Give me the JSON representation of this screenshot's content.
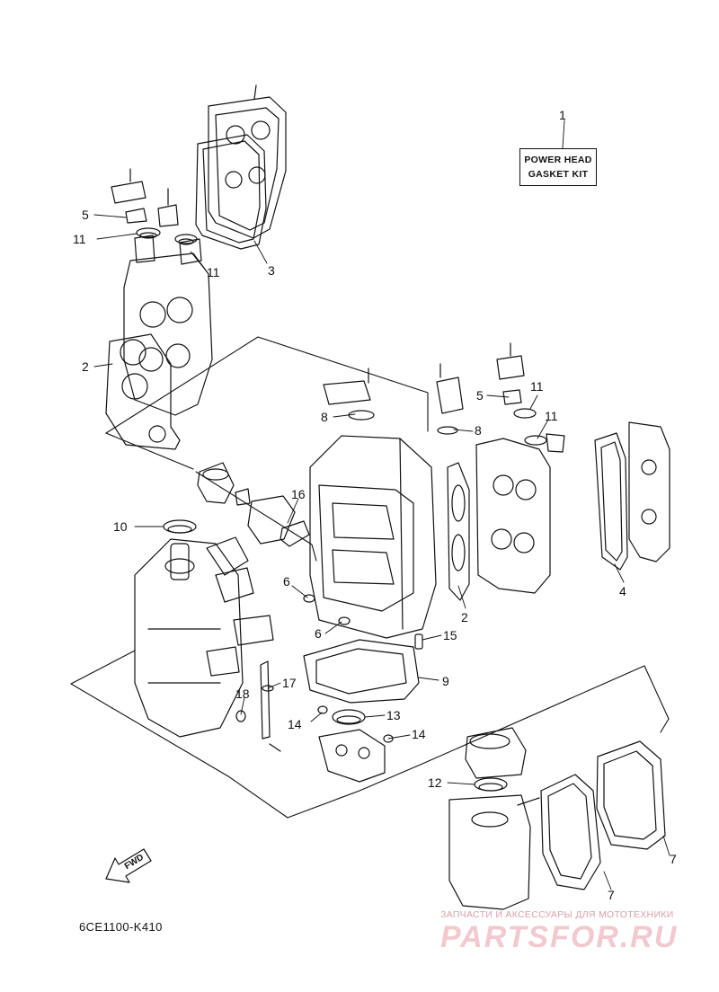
{
  "kit_label": {
    "line1": "POWER HEAD",
    "line2": "GASKET KIT"
  },
  "diagram_code": "6CE1100-K410",
  "fwd_label": "FWD",
  "watermark": {
    "tagline": "ЗАПЧАСТИ И АКСЕССУАРЫ ДЛЯ МОТОТЕХНИКИ",
    "logo": "PARTSFOR.RU"
  },
  "callouts": [
    {
      "id": "c1",
      "num": "1"
    },
    {
      "id": "c3",
      "num": "3"
    },
    {
      "id": "c5a",
      "num": "5"
    },
    {
      "id": "c11a",
      "num": "11"
    },
    {
      "id": "c11b",
      "num": "11"
    },
    {
      "id": "c2a",
      "num": "2"
    },
    {
      "id": "c8a",
      "num": "8"
    },
    {
      "id": "c8b",
      "num": "8"
    },
    {
      "id": "c5b",
      "num": "5"
    },
    {
      "id": "c11c",
      "num": "11"
    },
    {
      "id": "c11d",
      "num": "11"
    },
    {
      "id": "c16",
      "num": "16"
    },
    {
      "id": "c10",
      "num": "10"
    },
    {
      "id": "c6a",
      "num": "6"
    },
    {
      "id": "c6b",
      "num": "6"
    },
    {
      "id": "c2b",
      "num": "2"
    },
    {
      "id": "c4",
      "num": "4"
    },
    {
      "id": "c15",
      "num": "15"
    },
    {
      "id": "c9",
      "num": "9"
    },
    {
      "id": "c17",
      "num": "17"
    },
    {
      "id": "c18",
      "num": "18"
    },
    {
      "id": "c13",
      "num": "13"
    },
    {
      "id": "c14a",
      "num": "14"
    },
    {
      "id": "c14b",
      "num": "14"
    },
    {
      "id": "c12",
      "num": "12"
    },
    {
      "id": "c7a",
      "num": "7"
    },
    {
      "id": "c7b",
      "num": "7"
    }
  ]
}
